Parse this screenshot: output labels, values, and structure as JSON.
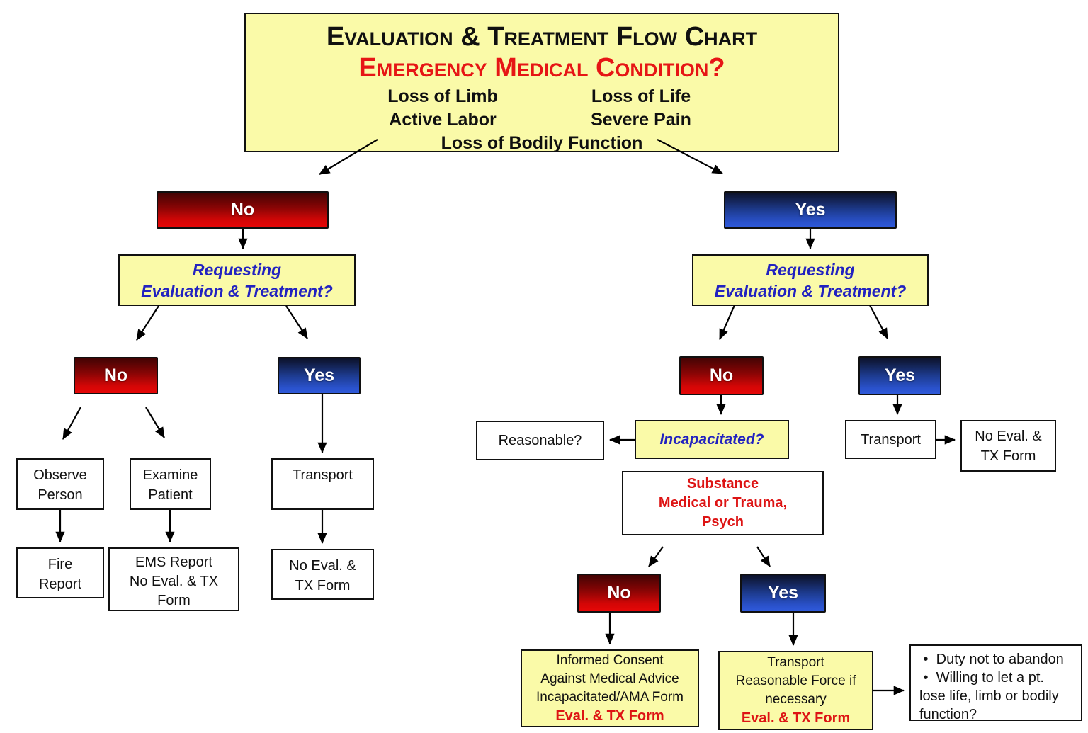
{
  "colors": {
    "box_yellow": "#FAFAA8",
    "red_gradient_bottom": "#E60707",
    "blue_gradient_bottom": "#2F5ADA",
    "red_text": "#DD1414",
    "blue_text": "#2222C0",
    "subtitle_red": "#E61515"
  },
  "title_box": {
    "title": "Evaluation & Treatment Flow Chart",
    "subtitle": "Emergency Medical Condition?",
    "conditions_left": [
      "Loss of Limb",
      "Active Labor"
    ],
    "conditions_right": [
      "Loss of Life",
      "Severe Pain"
    ],
    "conditions_bottom": "Loss of Bodily Function"
  },
  "nodes": {
    "no_emc": "No",
    "yes_emc": "Yes",
    "question_left": {
      "line1": "Requesting",
      "line2": "Evaluation & Treatment?"
    },
    "question_right": {
      "line1": "Requesting",
      "line2": "Evaluation & Treatment?"
    },
    "no_request_left": "No",
    "yes_request_left": "Yes",
    "observe": {
      "line1": "Observe",
      "line2": "Person"
    },
    "examine": {
      "line1": "Examine",
      "line2": "Patient"
    },
    "transport_left": "Transport",
    "fire": {
      "line1": "Fire",
      "line2": "Report"
    },
    "ems": {
      "line1": "EMS Report",
      "line2": "No Eval. & TX",
      "line3": "Form"
    },
    "no_eval_left": {
      "line1": "No Eval. &",
      "line2": "TX Form"
    },
    "no_request_right": "No",
    "yes_request_right": "Yes",
    "reasonable": "Reasonable?",
    "incapacitated": "Incapacitated?",
    "transport_right": "Transport",
    "no_eval_right": {
      "line1": "No Eval. &",
      "line2": "TX Form"
    },
    "substance": {
      "line1": "Substance",
      "line2": "Medical or Trauma,",
      "line3": "Psych"
    },
    "no_substance": "No",
    "yes_substance": "Yes",
    "informed_consent": {
      "line1": "Informed Consent",
      "line2": "Against Medical Advice",
      "line3": "Incapacitated/AMA Form",
      "highlight": "Eval. & TX Form"
    },
    "transport_force": {
      "line1": "Transport",
      "line2": "Reasonable Force if",
      "line3": "necessary",
      "highlight": "Eval. & TX Form"
    },
    "duty_notes": {
      "line1": " •  Duty not to abandon",
      "line2": " •  Willing to let a pt.",
      "line3": "lose life, limb or bodily",
      "line4": "function?"
    }
  }
}
